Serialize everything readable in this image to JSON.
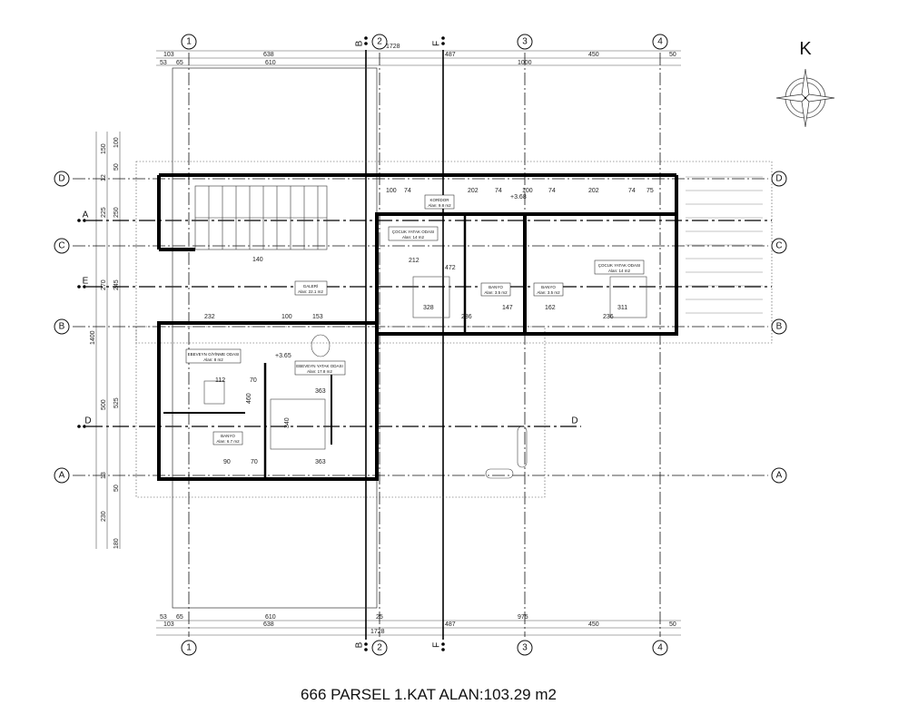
{
  "title": "666 PARSEL 1.KAT ALAN:103.29 m2",
  "compass": {
    "label": "K"
  },
  "grid": {
    "vertical": [
      "1",
      "2",
      "3",
      "4"
    ],
    "horizontal": [
      "D",
      "C",
      "B",
      "A"
    ],
    "sections_vertical": [
      "B",
      "F"
    ],
    "sections_horizontal": [
      "A",
      "E",
      "D"
    ]
  },
  "dims_top": {
    "row_total": [
      "1728"
    ],
    "row_mid": [
      "103",
      "638",
      "487",
      "450",
      "50"
    ],
    "row_low": [
      "53",
      "65",
      "610",
      "1000"
    ]
  },
  "dims_bottom": {
    "row_low": [
      "53",
      "65",
      "610",
      "25",
      "975"
    ],
    "row_mid": [
      "103",
      "638",
      "487",
      "450",
      "50"
    ],
    "row_total": [
      "1728"
    ]
  },
  "dims_left": {
    "col1": [
      "150",
      "12",
      "225",
      "270",
      "1400",
      "500",
      "13",
      "230"
    ],
    "col2": [
      "100",
      "50",
      "250",
      "245",
      "525",
      "50",
      "180"
    ]
  },
  "elevations": [
    "+3.68",
    "+3.65"
  ],
  "rooms": [
    {
      "name": "KORİDOR",
      "area": "Alan: 9.8 m2"
    },
    {
      "name": "ÇOCUK YATAK ODASI",
      "area": "Alan: 14 m2"
    },
    {
      "name": "BANYO",
      "area": "Alan: 3.5 m2"
    },
    {
      "name": "BANYO",
      "area": "Alan: 3.5 m2"
    },
    {
      "name": "ÇOCUK YATAK ODASI",
      "area": "Alan: 14 m2"
    },
    {
      "name": "GALERİ",
      "area": "Alan: 22.1 m2"
    },
    {
      "name": "EBEVEYN YATAK ODASI",
      "area": "Alan: 17.8 m2"
    },
    {
      "name": "EBEVEYN GİYİNME ODASI",
      "area": "Alan: 8 m2"
    },
    {
      "name": "BANYO",
      "area": "Alan: 6.7 m2"
    }
  ],
  "interior_dims": [
    "100",
    "74",
    "202",
    "74",
    "100",
    "74",
    "202",
    "74",
    "75",
    "212",
    "472",
    "328",
    "236",
    "147",
    "162",
    "236",
    "311",
    "140",
    "232",
    "153",
    "100",
    "112",
    "363",
    "70",
    "363",
    "90",
    "70",
    "460",
    "340"
  ]
}
